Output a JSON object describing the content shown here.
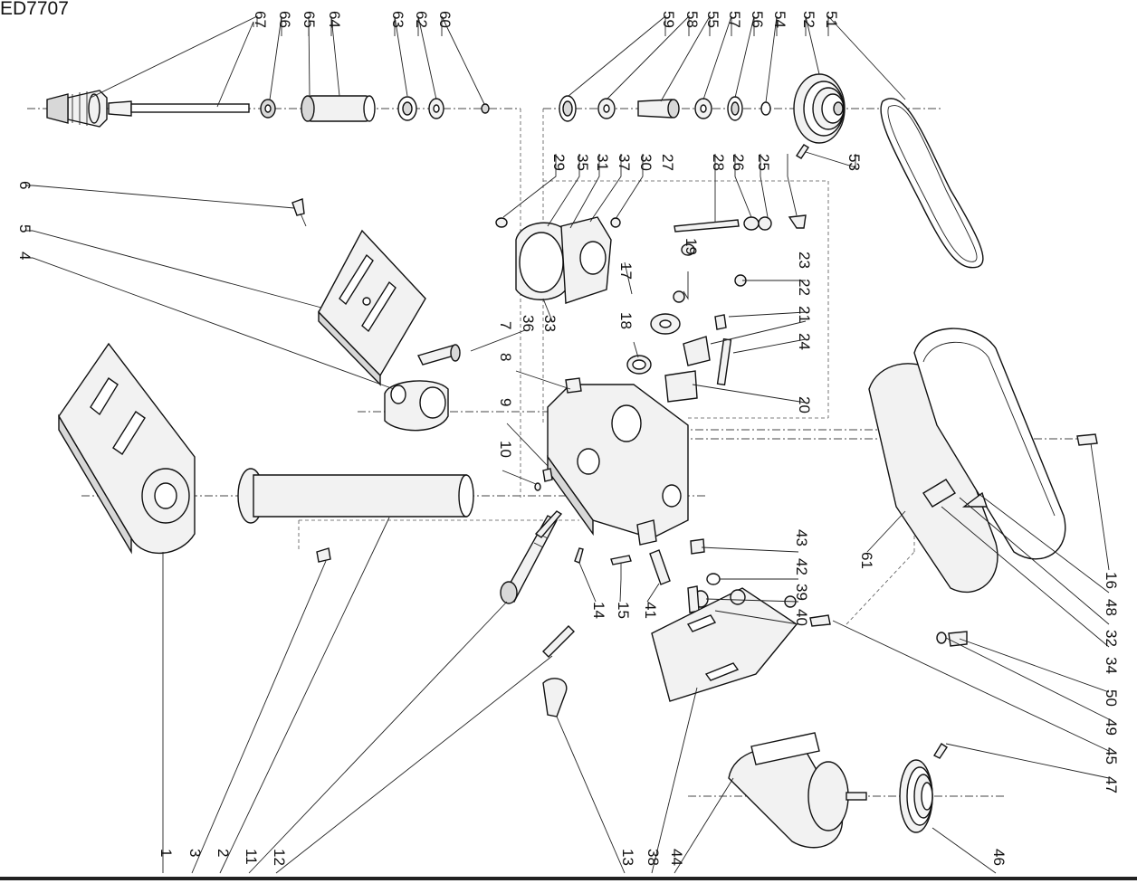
{
  "document": {
    "model_code": "ED7707"
  },
  "callouts": {
    "top_left": [
      "67",
      "66",
      "65",
      "64",
      "63",
      "62",
      "60"
    ],
    "top_right": [
      "59",
      "58",
      "55",
      "57",
      "56",
      "54",
      "52",
      "51"
    ],
    "mid_upper": [
      "29",
      "35",
      "31",
      "37",
      "30",
      "27",
      "28",
      "26",
      "25",
      "53"
    ],
    "left_side": [
      "6",
      "5",
      "4"
    ],
    "mid_column": [
      "19",
      "17",
      "23",
      "22",
      "21",
      "24",
      "18",
      "20",
      "36",
      "33",
      "7",
      "8",
      "9",
      "10"
    ],
    "lower_center": [
      "43",
      "42",
      "39",
      "40",
      "14",
      "15",
      "41"
    ],
    "right_side": [
      "61",
      "16",
      "48",
      "32",
      "34",
      "50",
      "49",
      "45",
      "47"
    ],
    "bottom_row": [
      "1",
      "3",
      "2",
      "11",
      "12",
      "13",
      "38",
      "44",
      "46"
    ]
  }
}
